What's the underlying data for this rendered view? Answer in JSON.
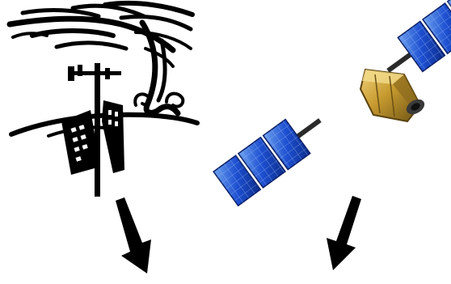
{
  "diagram": {
    "nodes": [
      {
        "id": "ground-station",
        "icon": "tree-tower-icon"
      },
      {
        "id": "satellite",
        "icon": "satellite-icon"
      }
    ],
    "arrows": [
      {
        "from": "ground-station",
        "direction": "down"
      },
      {
        "from": "satellite",
        "direction": "down"
      }
    ]
  },
  "colors": {
    "ink": "#000000",
    "panel_blue": "#1d4fd1",
    "panel_grid": "#9fc2f5",
    "body_gold": "#b8922e",
    "body_dark": "#6b5214",
    "background": "#ffffff"
  }
}
